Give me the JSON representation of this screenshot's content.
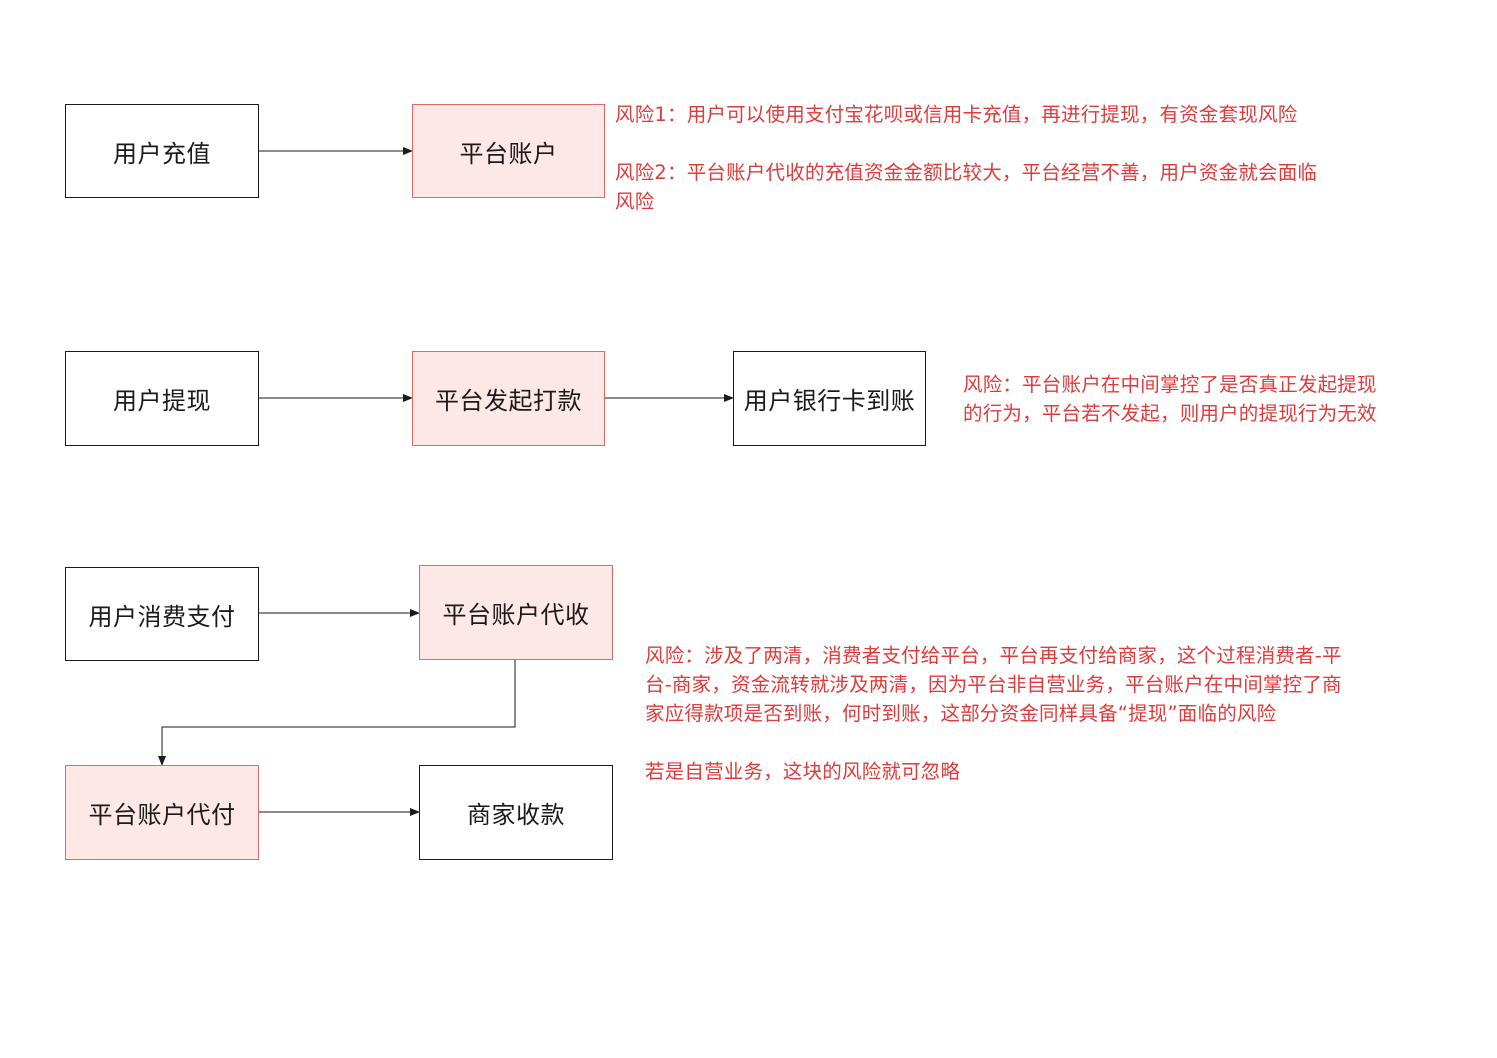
{
  "flow1": {
    "user_recharge": "用户充值",
    "platform_account": "平台账户",
    "risk1": "风险1：用户可以使用支付宝花呗或信用卡充值，再进行提现，有资金套现风险",
    "risk2_line1": "风险2：平台账户代收的充值资金金额比较大，平台经营不善，用户资金就会面临",
    "risk2_line2": "风险"
  },
  "flow2": {
    "user_withdraw": "用户提现",
    "platform_payout": "平台发起打款",
    "bank_arrival": "用户银行卡到账",
    "risk_line1": "风险：平台账户在中间掌控了是否真正发起提现",
    "risk_line2": "的行为，平台若不发起，则用户的提现行为无效"
  },
  "flow3": {
    "user_payment": "用户消费支付",
    "platform_collect": "平台账户代收",
    "platform_pay": "平台账户代付",
    "merchant_receive": "商家收款",
    "risk_line1": "风险：涉及了两清，消费者支付给平台，平台再支付给商家，这个过程消费者-平",
    "risk_line2": "台-商家，资金流转就涉及两清，因为平台非自营业务，平台账户在中间掌控了商",
    "risk_line3": "家应得款项是否到账，何时到账，这部分资金同样具备“提现”面临的风险",
    "self_operated_note": "若是自营业务，这块的风险就可忽略"
  },
  "colors": {
    "platform_fill": "#fde8e6",
    "platform_border": "#e06a63",
    "risk_text": "#e03a3a",
    "line": "#1a1a1a"
  }
}
